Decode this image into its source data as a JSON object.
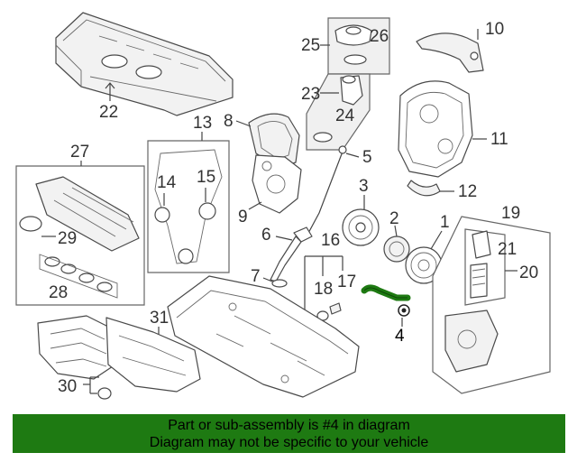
{
  "diagram": {
    "callouts": {
      "c1": "1",
      "c2": "2",
      "c3": "3",
      "c4": "4",
      "c5": "5",
      "c6": "6",
      "c7": "7",
      "c8": "8",
      "c9": "9",
      "c10": "10",
      "c11": "11",
      "c12": "12",
      "c13": "13",
      "c14": "14",
      "c15": "15",
      "c16": "16",
      "c17": "17",
      "c18": "18",
      "c19": "19",
      "c20": "20",
      "c21": "21",
      "c22": "22",
      "c23": "23",
      "c24": "24",
      "c25": "25",
      "c26": "26",
      "c27": "27",
      "c28": "28",
      "c29": "29",
      "c30": "30",
      "c31": "31"
    },
    "highlight_color": "#1e7a12"
  },
  "banner": {
    "line1": "Part or sub-assembly is #4 in diagram",
    "line2": "Diagram may not be specific to your vehicle",
    "background": "#1e7a12"
  }
}
